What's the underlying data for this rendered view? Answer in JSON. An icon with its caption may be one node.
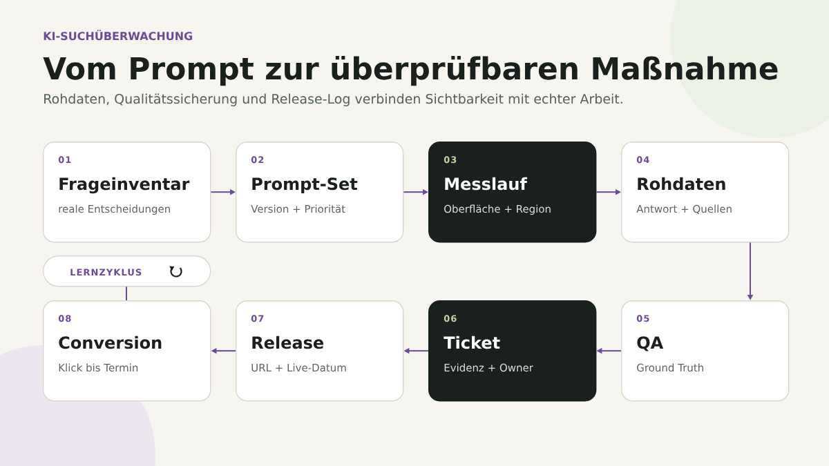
{
  "diagram": {
    "title": "Vom Prompt zur überprüfbaren Maßnahme",
    "nodes": [
      {
        "text": [
          "01",
          "Frageinventar",
          "reale Entscheidungen"
        ]
      },
      {
        "text": [
          "02",
          "Prompt-Set",
          "Version + Priorität"
        ]
      },
      {
        "text": [
          "03",
          "Messlauf",
          "Oberfläche + Region"
        ]
      },
      {
        "text": [
          "04",
          "Rohdaten",
          "Antwort + Quellen"
        ]
      },
      {
        "text": [
          "05",
          "QA",
          "Ground Truth"
        ]
      },
      {
        "text": [
          "06",
          "Ticket",
          "Evidenz + Owner"
        ]
      },
      {
        "text": [
          "07",
          "Release",
          "URL + Live-Datum"
        ]
      },
      {
        "text": [
          "08",
          "Conversion",
          "Klick bis Termin"
        ]
      },
      {
        "text": [
          "LERNZYKLUS"
        ]
      }
    ],
    "edges": [
      {
        "from": 0,
        "to": 1,
        "arrow": "to"
      },
      {
        "from": 1,
        "to": 2,
        "arrow": "to"
      },
      {
        "from": 2,
        "to": 3,
        "arrow": "to"
      },
      {
        "from": 3,
        "to": 4,
        "arrow": "to"
      },
      {
        "from": 4,
        "to": 5,
        "arrow": "to"
      },
      {
        "from": 5,
        "to": 6,
        "arrow": "to"
      },
      {
        "from": 6,
        "to": 7,
        "arrow": "to"
      },
      {
        "from": 8,
        "to": 7,
        "arrow": "none"
      }
    ],
    "labels": [
      "KI-SUCHÜBERWACHUNG",
      "Rohdaten, Qualitätssicherung und Release-Log verbinden Sichtbarkeit mit echter Arbeit."
    ]
  }
}
